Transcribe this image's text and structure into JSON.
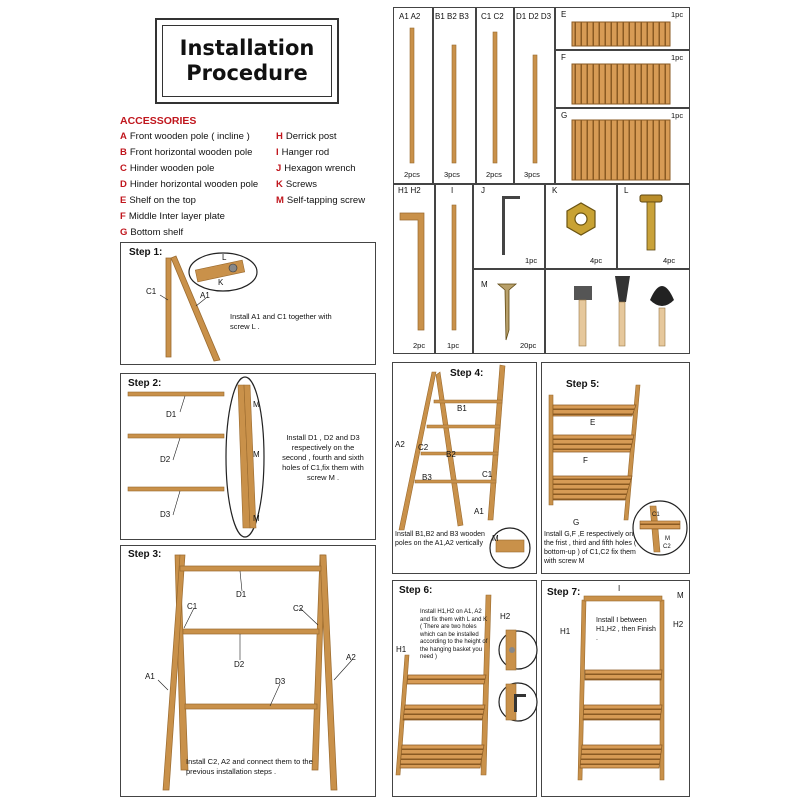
{
  "title": {
    "line1": "Installation",
    "line2": "Procedure"
  },
  "accessories": {
    "heading": "ACCESSORIES",
    "left": [
      {
        "key": "A",
        "text": "Front wooden pole ( incline )"
      },
      {
        "key": "B",
        "text": "Front horizontal wooden pole"
      },
      {
        "key": "C",
        "text": "Hinder wooden pole"
      },
      {
        "key": "D",
        "text": "Hinder horizontal wooden pole"
      },
      {
        "key": "E",
        "text": "Shelf on the top"
      },
      {
        "key": "F",
        "text": "Middle Inter layer plate"
      },
      {
        "key": "G",
        "text": "Bottom shelf"
      }
    ],
    "right": [
      {
        "key": "H",
        "text": "Derrick post"
      },
      {
        "key": "I",
        "text": "Hanger rod"
      },
      {
        "key": "J",
        "text": "Hexagon wrench"
      },
      {
        "key": "K",
        "text": "Screws"
      },
      {
        "key": "M",
        "text": "Self-tapping screw"
      }
    ]
  },
  "parts": {
    "a": {
      "label": "A1 A2",
      "qty": "2pcs"
    },
    "b": {
      "label": "B1 B2 B3",
      "qty": "3pcs"
    },
    "c": {
      "label": "C1 C2",
      "qty": "2pcs"
    },
    "d": {
      "label": "D1 D2 D3",
      "qty": "3pcs"
    },
    "e": {
      "label": "E",
      "qty": "1pc"
    },
    "f": {
      "label": "F",
      "qty": "1pc"
    },
    "g": {
      "label": "G",
      "qty": "1pc"
    },
    "h": {
      "label": "H1 H2",
      "qty": "2pc"
    },
    "i": {
      "label": "I",
      "qty": "1pc"
    },
    "j": {
      "label": "J",
      "qty": "1pc"
    },
    "k": {
      "label": "K",
      "qty": "4pc"
    },
    "l": {
      "label": "L",
      "qty": "4pc"
    },
    "m": {
      "label": "M",
      "qty": "20pc"
    }
  },
  "steps": {
    "s1": {
      "label": "Step 1:",
      "text": "Install A1 and C1 together with screw L .",
      "callouts": [
        "C1",
        "A1",
        "L",
        "K"
      ]
    },
    "s2": {
      "label": "Step 2:",
      "text": "Install D1 , D2 and D3 respectively on the second , fourth and sixth holes of C1,fix them with screw M .",
      "callouts": [
        "D1",
        "D2",
        "D3",
        "M",
        "M",
        "M"
      ]
    },
    "s3": {
      "label": "Step 3:",
      "text": "Install C2, A2 and connect them to the previous installation steps .",
      "callouts": [
        "D1",
        "C1",
        "C2",
        "D2",
        "A1",
        "A2",
        "D3"
      ]
    },
    "s4": {
      "label": "Step 4:",
      "text": "Install B1,B2 and B3 wooden poles on the A1,A2 vertically",
      "callouts": [
        "B1",
        "A2",
        "C2",
        "B2",
        "B3",
        "C1",
        "A1",
        "M"
      ]
    },
    "s5": {
      "label": "Step 5:",
      "text": "Install G,F ,E respectively on the frist , third and fifth holes ( bottom-up ) of C1,C2 fix them with screw M",
      "callouts": [
        "E",
        "F",
        "G",
        "C1",
        "M",
        "C2"
      ]
    },
    "s6": {
      "label": "Step 6:",
      "text": "Install H1,H2 on A1, A2 and fix them with L and K ( There are two holes which can be installed according to the height of the hanging basket you need )",
      "callouts": [
        "H2",
        "H1"
      ]
    },
    "s7": {
      "label": "Step 7:",
      "text": "Install I between H1,H2 , then Finish .",
      "callouts": [
        "I",
        "M",
        "H1",
        "H2"
      ]
    }
  },
  "colors": {
    "wood": "#c9914a",
    "wood_dark": "#9a6a2e",
    "accent_red": "#c0161d",
    "border": "#444444"
  }
}
